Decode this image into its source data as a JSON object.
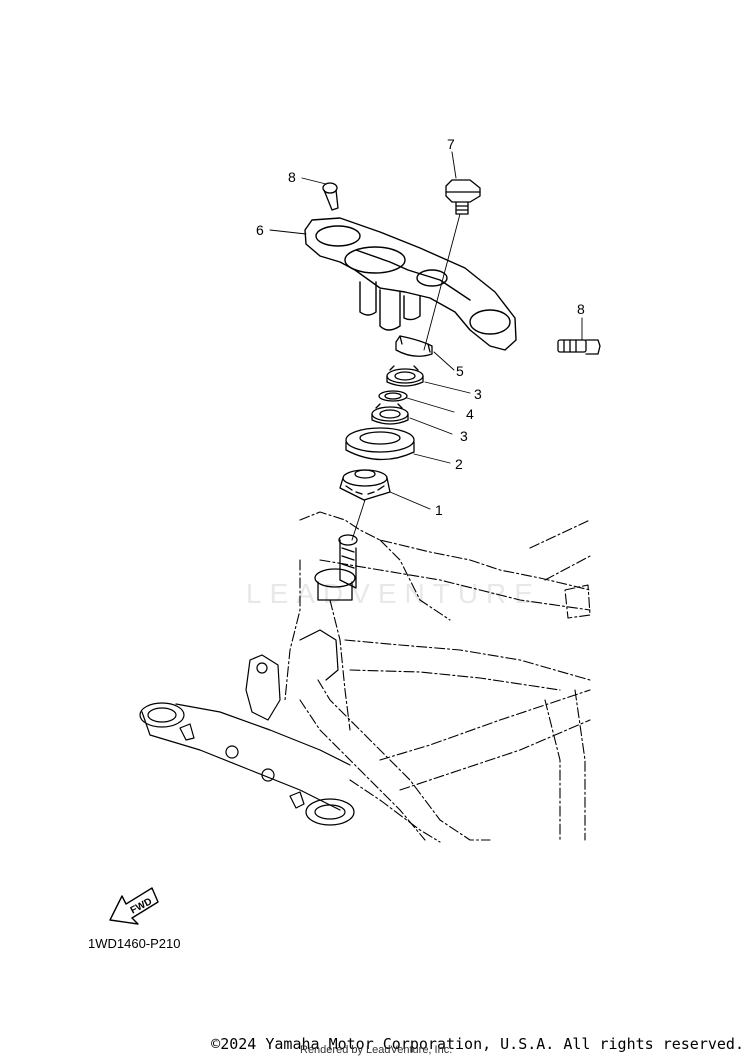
{
  "diagram": {
    "callouts": [
      "7",
      "8",
      "6",
      "8",
      "5",
      "3",
      "4",
      "3",
      "2",
      "1"
    ],
    "fwd_label": "FWD",
    "diagram_code": "1WD1460-P210",
    "watermark": "LEADVENTURE"
  },
  "footer": {
    "copyright": "©2024 Yamaha Motor Corporation, U.S.A. All rights reserved.",
    "rendered_by": "Rendered by LeadVenture, Inc."
  }
}
